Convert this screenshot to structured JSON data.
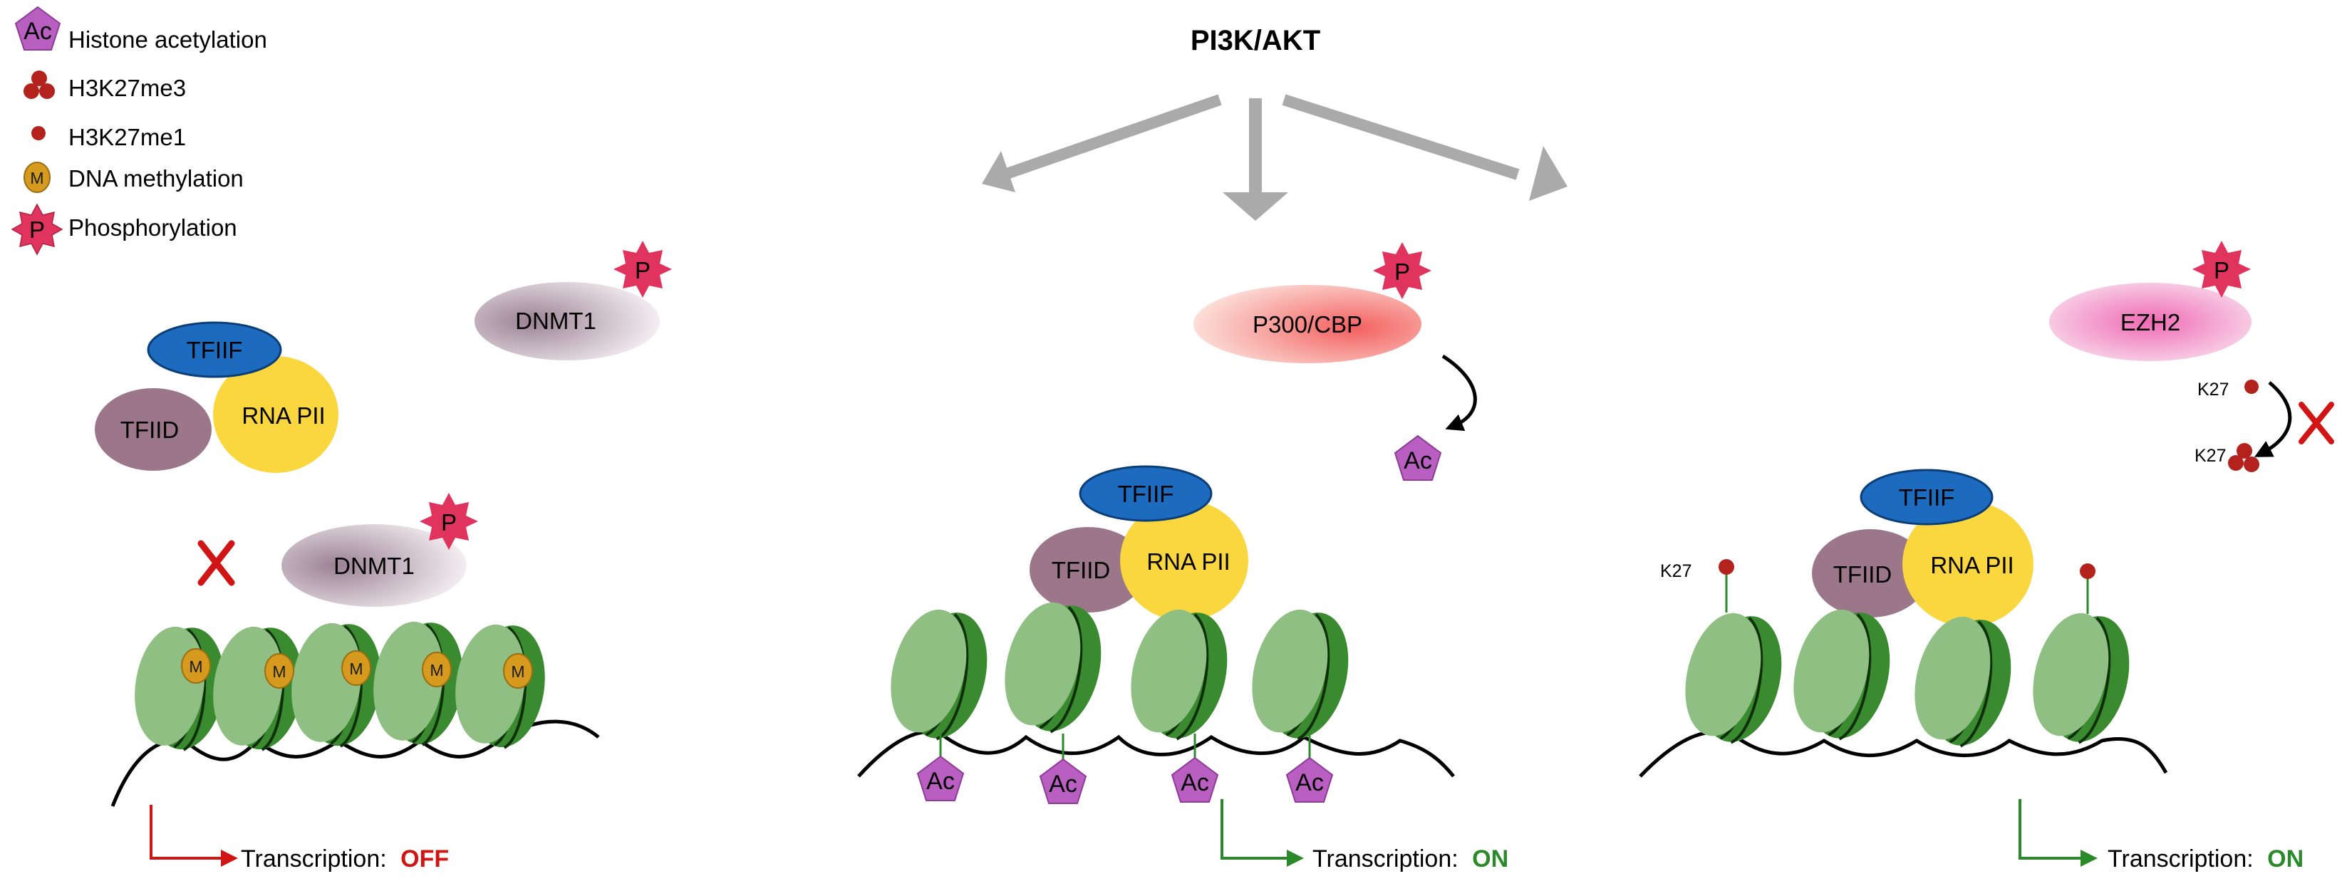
{
  "title": "PI3K/AKT",
  "legend": {
    "items": [
      {
        "symbol": "Ac",
        "label": "Histone acetylation"
      },
      {
        "label": "H3K27me3"
      },
      {
        "label": "H3K27me1"
      },
      {
        "symbol": "M",
        "label": "DNA methylation"
      },
      {
        "symbol": "P",
        "label": "Phosphorylation"
      }
    ]
  },
  "symbols": {
    "acetyl": "Ac",
    "methyl": "M",
    "phospho": "P",
    "k27": "K27"
  },
  "factors": {
    "tfiif": "TFIIF",
    "tfiid": "TFIID",
    "rnapii": "RNA PII"
  },
  "left_panel": {
    "enzyme": "DNMT1",
    "transcription_label": "Transcription:",
    "transcription_state": "OFF"
  },
  "middle_panel": {
    "enzyme": "P300/CBP",
    "transcription_label": "Transcription:",
    "transcription_state": "ON"
  },
  "right_panel": {
    "enzyme": "EZH2",
    "transcription_label": "Transcription:",
    "transcription_state": "ON"
  },
  "colors": {
    "nucleosome_light": "#8fbf82",
    "nucleosome_dark": "#3a8b30",
    "tfiif": "#1c6bbf",
    "tfiid": "#9b7789",
    "rnapii": "#fad73e",
    "acetyl": "#b85fc1",
    "phospho": "#e0345e",
    "methyl_dna": "#d59a1e",
    "h3k27": "#b3221c",
    "off": "#d11414",
    "on": "#2a8a2a",
    "arrow_grey": "#aaaaaa"
  }
}
